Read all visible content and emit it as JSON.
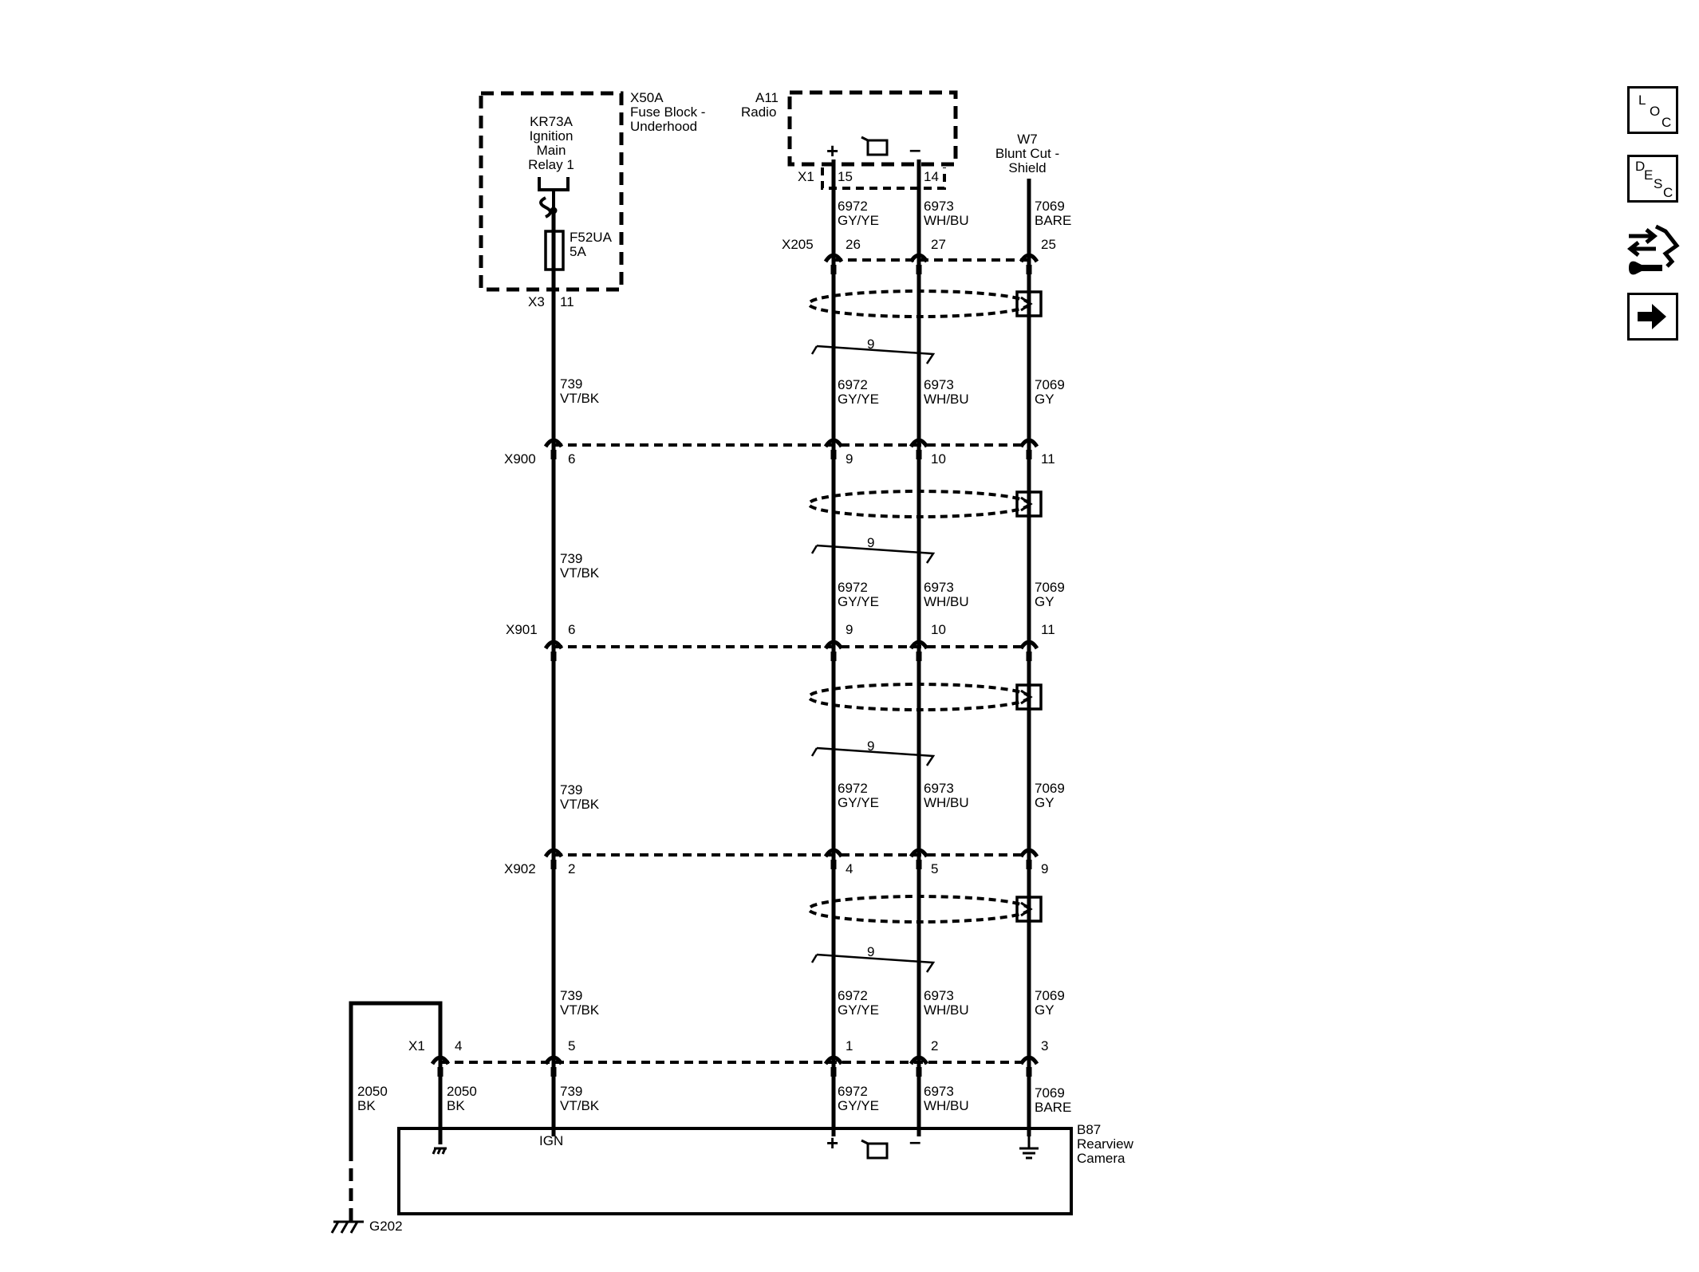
{
  "components": {
    "fuse_block": {
      "label_1": "X50A",
      "label_2": "Fuse Block -",
      "label_3": "Underhood"
    },
    "relay": {
      "line_1": "KR73A",
      "line_2": "Ignition",
      "line_3": "Main",
      "line_4": "Relay 1"
    },
    "fuse": {
      "name": "F52UA",
      "rating": "5A"
    },
    "radio": {
      "label_1": "A11",
      "label_2": "Radio"
    },
    "blunt_cut": {
      "label_1": "W7",
      "label_2": "Blunt Cut -",
      "label_3": "Shield"
    },
    "camera": {
      "label_1": "B87",
      "label_2": "Rearview",
      "label_3": "Camera",
      "ign": "IGN"
    },
    "ground": {
      "label": "G202"
    }
  },
  "connectors": {
    "x3": {
      "name": "X3",
      "pin": "11"
    },
    "radio_x1": {
      "name": "X1",
      "pin_plus": "15",
      "pin_minus": "14"
    },
    "x205": {
      "name": "X205",
      "pins": [
        "26",
        "27",
        "25"
      ]
    },
    "x900": {
      "name": "X900",
      "pins": [
        "6",
        "9",
        "10",
        "11"
      ]
    },
    "x901": {
      "name": "X901",
      "pins": [
        "6",
        "9",
        "10",
        "11"
      ]
    },
    "x902": {
      "name": "X902",
      "pins": [
        "2",
        "4",
        "5",
        "9"
      ]
    },
    "cam_x1": {
      "name": "X1",
      "pins": [
        "4",
        "5",
        "1",
        "2",
        "3"
      ]
    }
  },
  "wires": {
    "radio_seg": [
      {
        "circuit": "6972",
        "color": "GY/YE"
      },
      {
        "circuit": "6973",
        "color": "WH/BU"
      },
      {
        "circuit": "7069",
        "color": "BARE"
      }
    ],
    "seg1": [
      {
        "circuit": "739",
        "color": "VT/BK"
      },
      {
        "circuit": "6972",
        "color": "GY/YE"
      },
      {
        "circuit": "6973",
        "color": "WH/BU"
      },
      {
        "circuit": "7069",
        "color": "GY"
      }
    ],
    "seg2": [
      {
        "circuit": "739",
        "color": "VT/BK"
      },
      {
        "circuit": "6972",
        "color": "GY/YE"
      },
      {
        "circuit": "6973",
        "color": "WH/BU"
      },
      {
        "circuit": "7069",
        "color": "GY"
      }
    ],
    "seg3": [
      {
        "circuit": "739",
        "color": "VT/BK"
      },
      {
        "circuit": "6972",
        "color": "GY/YE"
      },
      {
        "circuit": "6973",
        "color": "WH/BU"
      },
      {
        "circuit": "7069",
        "color": "GY"
      }
    ],
    "seg4": [
      {
        "circuit": "739",
        "color": "VT/BK"
      },
      {
        "circuit": "6972",
        "color": "GY/YE"
      },
      {
        "circuit": "6973",
        "color": "WH/BU"
      },
      {
        "circuit": "7069",
        "color": "GY"
      }
    ],
    "seg5": [
      {
        "circuit": "2050",
        "color": "BK"
      },
      {
        "circuit": "2050",
        "color": "BK"
      },
      {
        "circuit": "739",
        "color": "VT/BK"
      },
      {
        "circuit": "6972",
        "color": "GY/YE"
      },
      {
        "circuit": "6973",
        "color": "WH/BU"
      },
      {
        "circuit": "7069",
        "color": "BARE"
      }
    ],
    "twist": "9"
  },
  "symbols": {
    "plus": "+",
    "minus": "–"
  },
  "side_icons": [
    {
      "name": "loc-icon",
      "letters": [
        "L",
        "O",
        "C"
      ]
    },
    {
      "name": "desc-icon",
      "letters": [
        "D",
        "E",
        "S",
        "C"
      ]
    },
    {
      "name": "diagnostic-icon"
    },
    {
      "name": "next-arrow-icon"
    }
  ]
}
